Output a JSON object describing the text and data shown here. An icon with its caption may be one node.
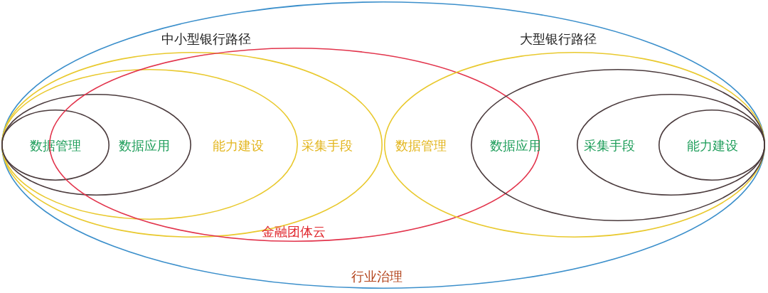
{
  "diagram": {
    "nodes": [
      {
        "text": [
          "行业治理"
        ]
      },
      {
        "text": [
          "中小型银行路径",
          "采集手段"
        ],
        "in": 0
      },
      {
        "text": [
          "能力建设"
        ],
        "in": 1
      },
      {
        "text": [
          "数据应用"
        ],
        "in": 2
      },
      {
        "text": [
          "数据管理"
        ],
        "in": 3
      },
      {
        "text": [
          "金融团体云"
        ],
        "in": 0
      },
      {
        "text": [
          "大型银行路径",
          "数据管理"
        ],
        "in": 0
      },
      {
        "text": [
          "数据应用"
        ],
        "in": 6
      },
      {
        "text": [
          "采集手段"
        ],
        "in": 7
      },
      {
        "text": [
          "能力建设"
        ],
        "in": 8
      }
    ]
  }
}
